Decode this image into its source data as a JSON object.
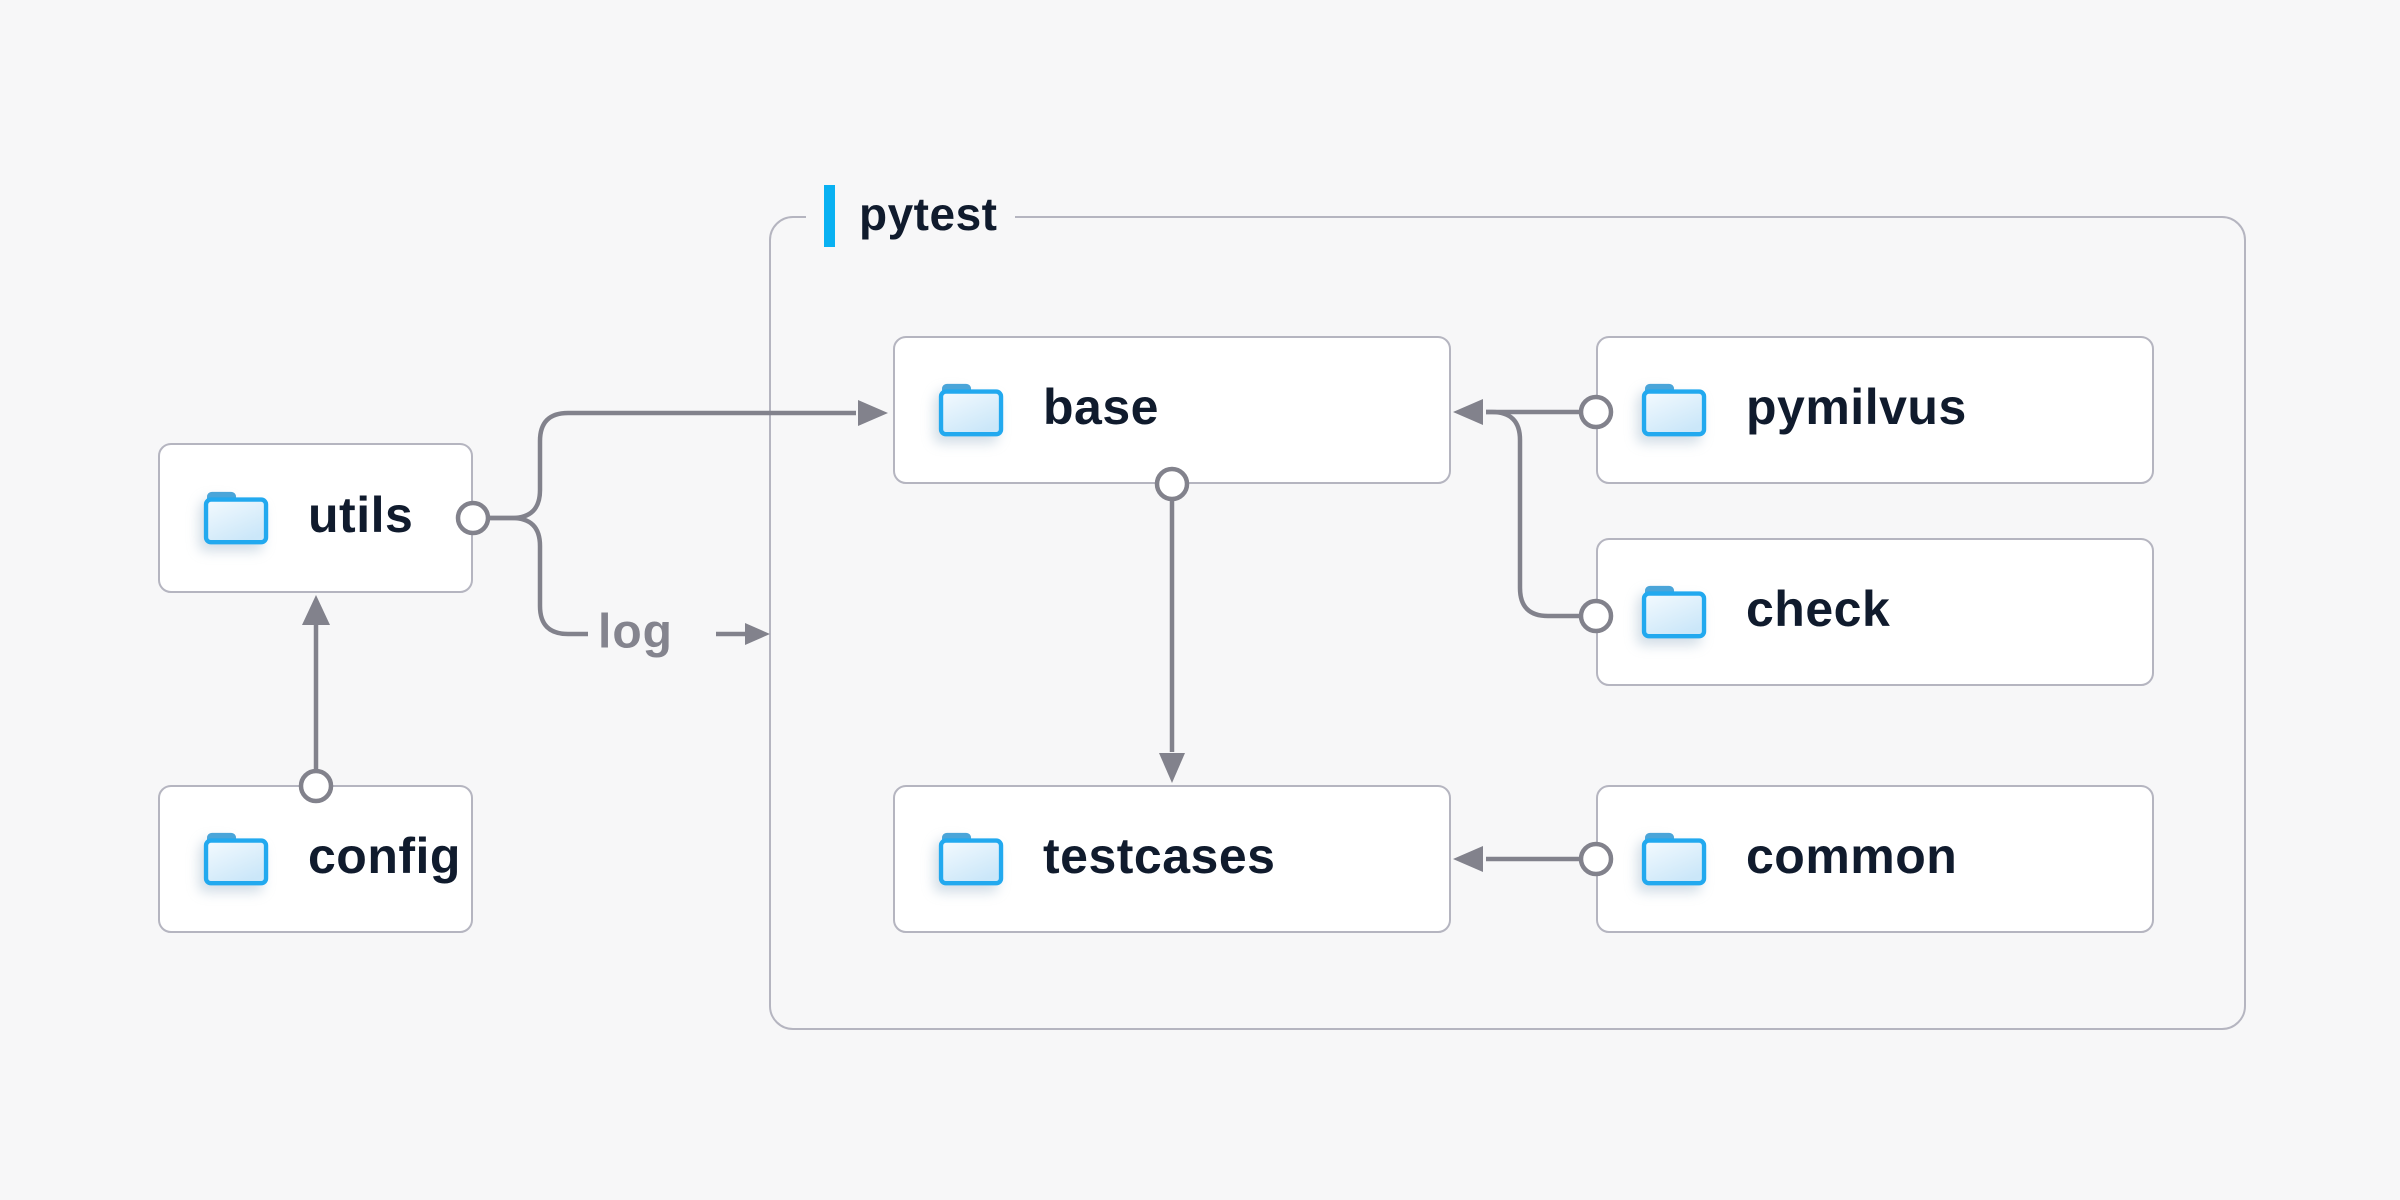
{
  "diagram": {
    "container": {
      "label": "pytest"
    },
    "nodes": [
      {
        "id": "utils",
        "label": "utils",
        "icon": "folder-icon"
      },
      {
        "id": "config",
        "label": "config",
        "icon": "folder-icon"
      },
      {
        "id": "base",
        "label": "base",
        "icon": "folder-icon"
      },
      {
        "id": "pymilvus",
        "label": "pymilvus",
        "icon": "folder-icon"
      },
      {
        "id": "check",
        "label": "check",
        "icon": "folder-icon"
      },
      {
        "id": "testcases",
        "label": "testcases",
        "icon": "folder-icon"
      },
      {
        "id": "common",
        "label": "common",
        "icon": "folder-icon"
      }
    ],
    "edges": [
      {
        "from": "config",
        "to": "utils",
        "label": ""
      },
      {
        "from": "utils",
        "to": "base",
        "label": ""
      },
      {
        "from": "utils",
        "to": "pytest",
        "label": "log"
      },
      {
        "from": "pymilvus",
        "to": "base",
        "label": ""
      },
      {
        "from": "check",
        "to": "base",
        "label": ""
      },
      {
        "from": "base",
        "to": "testcases",
        "label": ""
      },
      {
        "from": "common",
        "to": "testcases",
        "label": ""
      }
    ],
    "colors": {
      "background": "#f7f7f8",
      "node_fill": "#ffffff",
      "node_border": "#b5b5c0",
      "connector": "#82828c",
      "text": "#101b2d",
      "accent": "#09b1f2",
      "edge_label": "#84848e",
      "folder_border": "#22a9ef",
      "folder_tab": "#4aa5d9",
      "folder_fill_light": "#f4fafe",
      "folder_fill_dark": "#cbe7f9"
    }
  }
}
